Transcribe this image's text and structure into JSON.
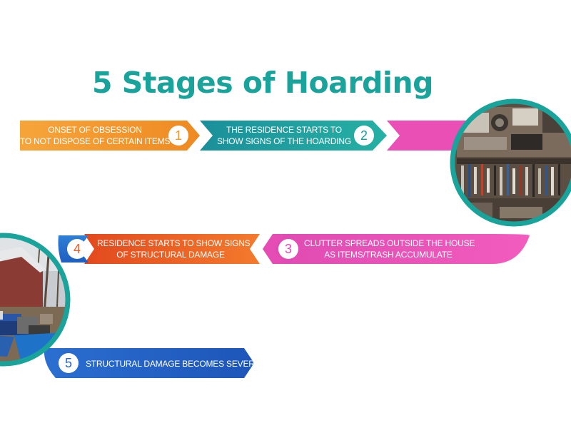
{
  "title": "5 Stages of Hoarding",
  "stages": [
    {
      "number": "1",
      "text_line1": "Onset of obsession",
      "text_line2": "to not dispose of certain items",
      "color": "#f0972b"
    },
    {
      "number": "2",
      "text_line1": "The residence starts to",
      "text_line2": "show signs of the hoarding",
      "color": "#1e9a9c"
    },
    {
      "number": "3",
      "text_line1": "Clutter spreads outside the house",
      "text_line2": "as items/trash accumulate",
      "color": "#e74ab6"
    },
    {
      "number": "4",
      "text_line1": "Residence starts to show signs",
      "text_line2": "of structural damage",
      "color": "#f05a24"
    },
    {
      "number": "5",
      "text_line1": "Structural damage becomes severe",
      "text_line2": "",
      "color": "#2366c9"
    }
  ],
  "images": [
    {
      "name": "cluttered-garage-photo",
      "ring_color": "#1aa39a"
    },
    {
      "name": "cluttered-house-yard-photo",
      "ring_color": "#1aa39a"
    }
  ]
}
